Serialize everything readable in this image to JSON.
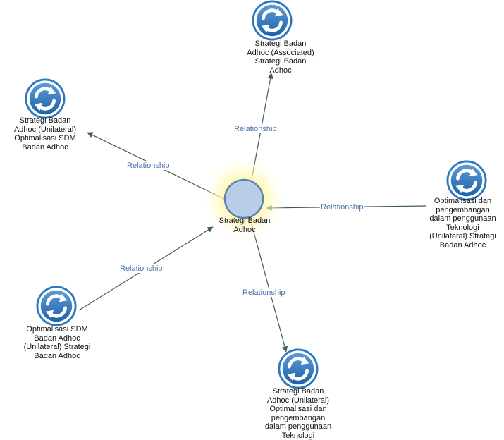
{
  "colors": {
    "edge": "#3f5e54",
    "edge_label": "#4a6fa8",
    "center_fill": "#b9cde6",
    "center_stroke": "#5a7fb5",
    "glow": "#fff46a",
    "icon_blue": "#2e78bd",
    "text": "#111111"
  },
  "center": {
    "label": "Strategi Badan\nAdhoc",
    "icon": "circle-node"
  },
  "nodes": [
    {
      "id": "top",
      "icon": "refresh-cycle-icon",
      "label": "Strategi Badan\nAdhoc (Associated)\nStrategi Badan\nAdhoc"
    },
    {
      "id": "top-left",
      "icon": "refresh-cycle-icon",
      "label": "Strategi Badan\nAdhoc (Unilateral)\nOptimalisasi SDM\nBadan Adhoc"
    },
    {
      "id": "right",
      "icon": "refresh-cycle-icon",
      "label": "Optimalisasi dan\npengembangan\ndalam penggunaan\nTeknologi\n(Unilateral) Strategi\nBadan Adhoc"
    },
    {
      "id": "bottom-left",
      "icon": "refresh-cycle-icon",
      "label": "Optimalisasi SDM\nBadan Adhoc\n(Unilateral) Strategi\nBadan Adhoc"
    },
    {
      "id": "bottom",
      "icon": "refresh-cycle-icon",
      "label": "Strategi Badan\nAdhoc (Unilateral)\nOptimalisasi dan\npengembangan\ndalam penggunaan\nTeknologi"
    }
  ],
  "edges": [
    {
      "from": "center",
      "to": "top",
      "label": "Relationship"
    },
    {
      "from": "center",
      "to": "top-left",
      "label": "Relationship"
    },
    {
      "from": "right",
      "to": "center",
      "label": "Relationship"
    },
    {
      "from": "bottom-left",
      "to": "center",
      "label": "Relationship"
    },
    {
      "from": "center",
      "to": "bottom",
      "label": "Relationship"
    }
  ]
}
